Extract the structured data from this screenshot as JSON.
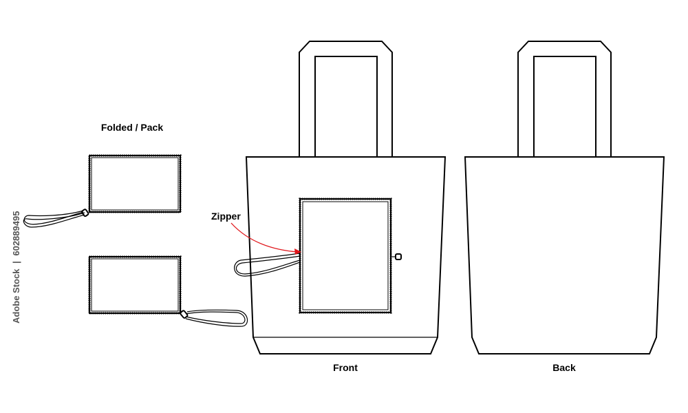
{
  "labels": {
    "folded": "Folded / Pack",
    "zipper": "Zipper",
    "front": "Front",
    "back": "Back"
  },
  "watermark": {
    "stock_id": "602889495",
    "brand": "Adobe Stock"
  },
  "colors": {
    "outline": "#000000",
    "fill": "#ffffff",
    "callout_arrow": "#e0161b"
  }
}
